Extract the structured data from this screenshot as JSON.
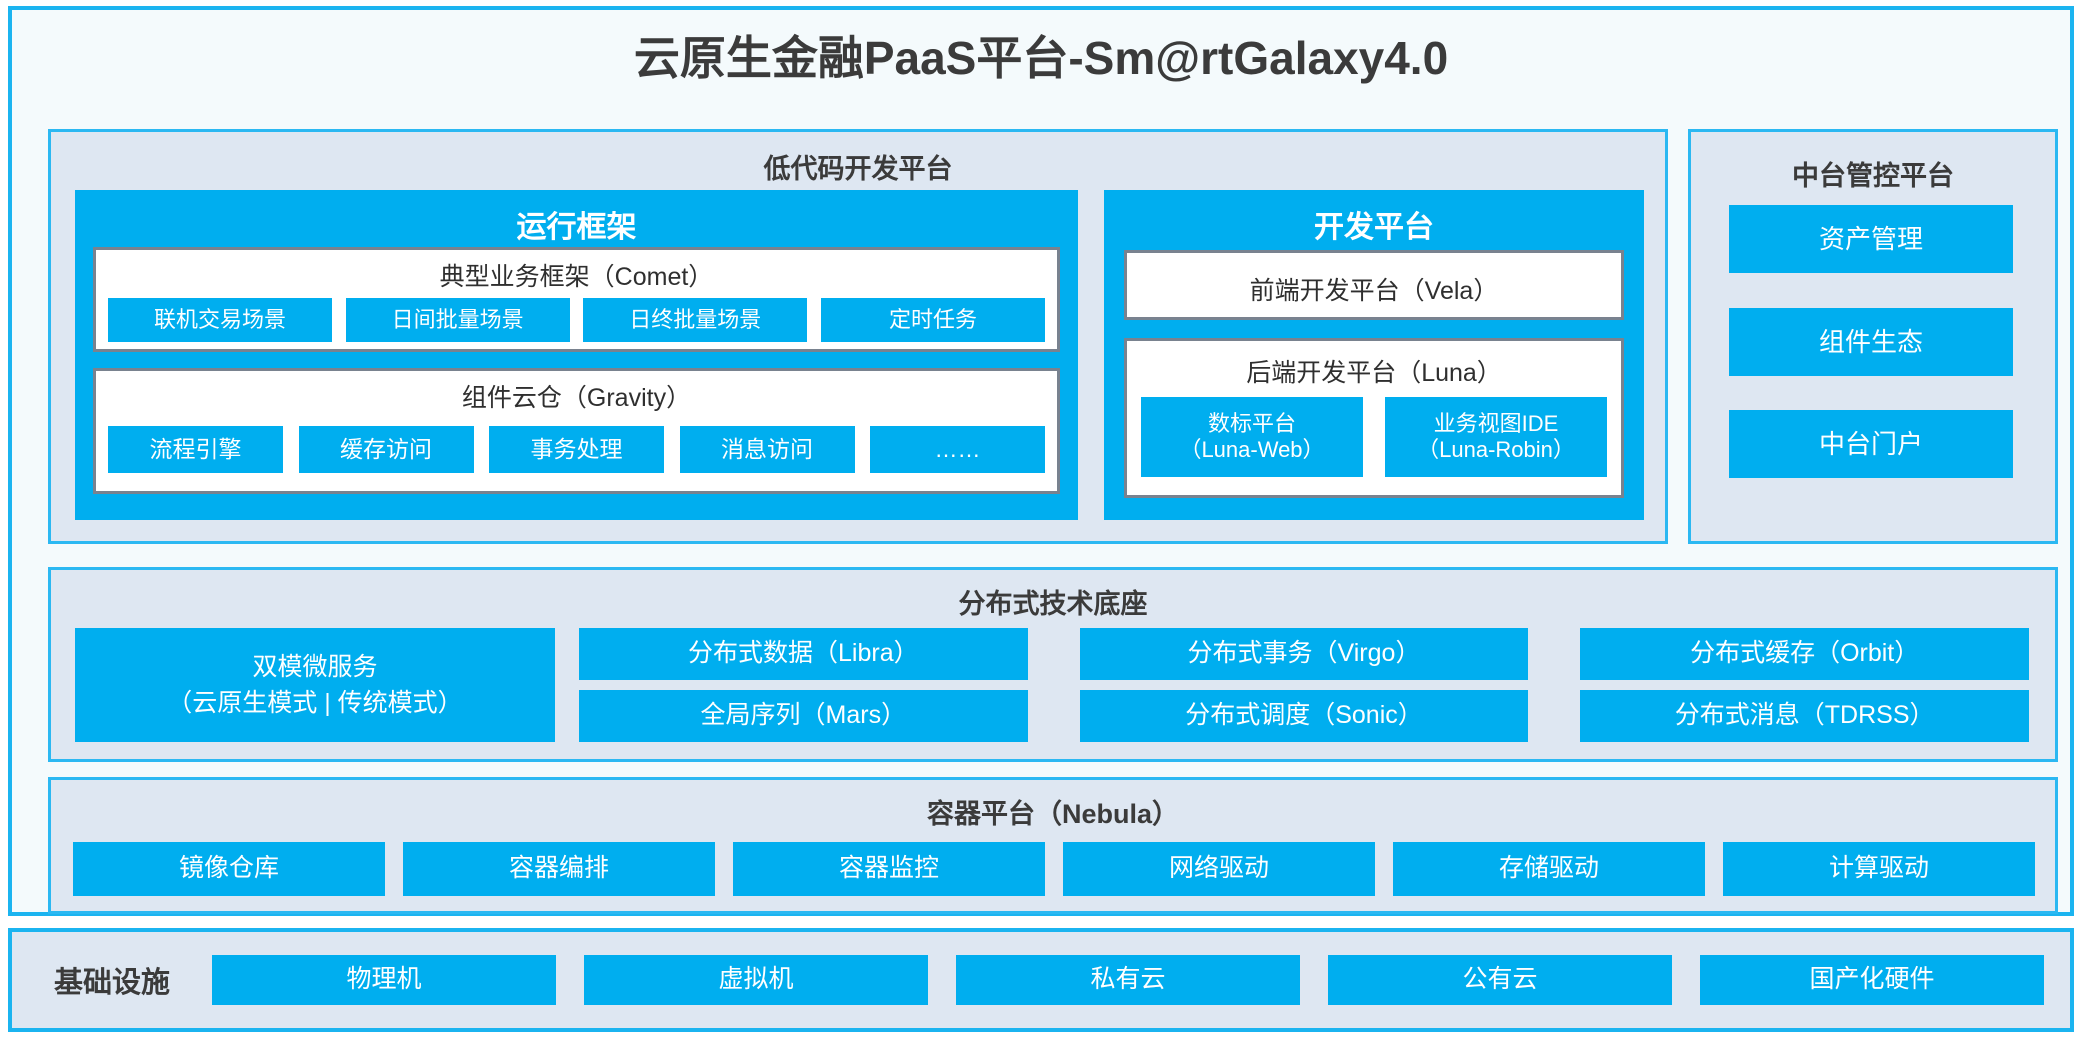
{
  "title": "云原生金融PaaS平台-Sm@rtGalaxy4.0",
  "colors": {
    "accent_blue": "#00AEEF",
    "panel_bg": "#DEE7F2",
    "panel_border": "#2BB8F2",
    "box_border": "#79828F",
    "page_bg": "#F4FAFC"
  },
  "lowcode": {
    "title": "低代码开发平台",
    "runtime": {
      "title": "运行框架",
      "comet": {
        "title": "典型业务框架（Comet）",
        "items": [
          "联机交易场景",
          "日间批量场景",
          "日终批量场景",
          "定时任务"
        ]
      },
      "gravity": {
        "title": "组件云仓（Gravity）",
        "items": [
          "流程引擎",
          "缓存访问",
          "事务处理",
          "消息访问",
          "……"
        ]
      }
    },
    "devplatform": {
      "title": "开发平台",
      "frontend": {
        "title": "前端开发平台（Vela）"
      },
      "backend": {
        "title": "后端开发平台（Luna）",
        "items": [
          {
            "name": "数标平台",
            "code": "（Luna-Web）"
          },
          {
            "name": "业务视图IDE",
            "code": "（Luna-Robin）"
          }
        ]
      }
    }
  },
  "midoffice": {
    "title": "中台管控平台",
    "items": [
      "资产管理",
      "组件生态",
      "中台门户"
    ]
  },
  "distributed": {
    "title": "分布式技术底座",
    "dual_mode": {
      "name": "双模微服务",
      "modes": "（云原生模式 | 传统模式）"
    },
    "items": [
      "分布式数据（Libra）",
      "分布式事务（Virgo）",
      "分布式缓存（Orbit）",
      "全局序列（Mars）",
      "分布式调度（Sonic）",
      "分布式消息（TDRSS）"
    ]
  },
  "container": {
    "title": "容器平台（Nebula）",
    "items": [
      "镜像仓库",
      "容器编排",
      "容器监控",
      "网络驱动",
      "存储驱动",
      "计算驱动"
    ]
  },
  "infrastructure": {
    "label": "基础设施",
    "items": [
      "物理机",
      "虚拟机",
      "私有云",
      "公有云",
      "国产化硬件"
    ]
  }
}
